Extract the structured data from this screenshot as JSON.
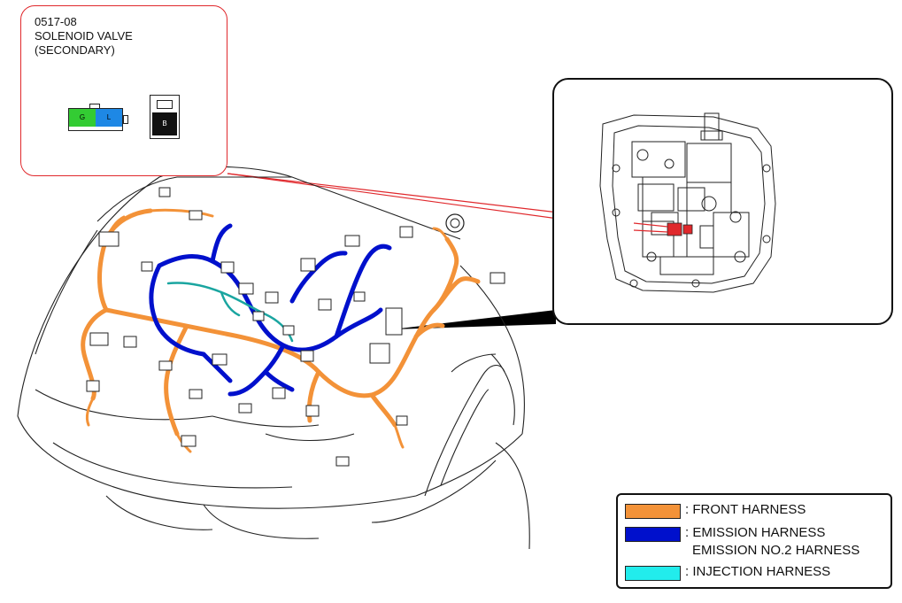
{
  "callout": {
    "code": "0517-08",
    "name_line1": "SOLENOID VALVE",
    "name_line2": "(SECONDARY)",
    "connector_left": {
      "pins": [
        {
          "label": "G",
          "color": "#33cc33"
        },
        {
          "label": "L",
          "color": "#1e88e5"
        }
      ]
    },
    "connector_right": {
      "pins": [
        {
          "label": "B",
          "color": "#111111"
        }
      ]
    },
    "border_color": "#e0282c"
  },
  "legend": {
    "items": [
      {
        "color": "#f39238",
        "label": ": FRONT HARNESS"
      },
      {
        "color": "#0010cc",
        "label": ": EMISSION HARNESS",
        "label2": "EMISSION NO.2 HARNESS"
      },
      {
        "color": "#22ecec",
        "label": ": INJECTION HARNESS"
      }
    ]
  },
  "harness_colors": {
    "front": "#f39238",
    "emission": "#0010cc",
    "injection": "#1aa5a0",
    "highlight_connector": "#e0282c"
  }
}
